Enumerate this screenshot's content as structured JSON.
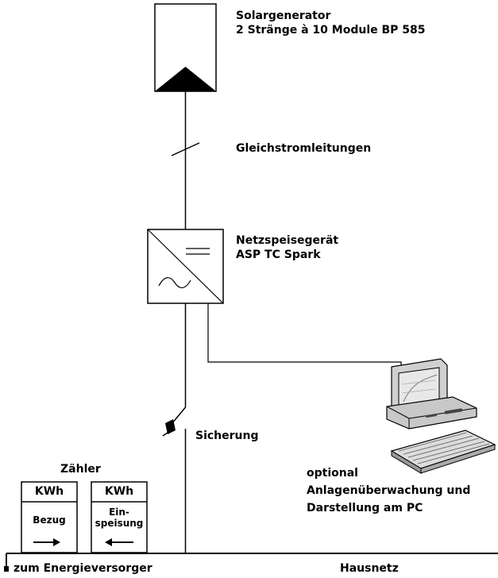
{
  "solar": {
    "title": "Solargenerator",
    "subtitle": "2 Stränge à 10 Module BP 585"
  },
  "dc_lines": {
    "label": "Gleichstromleitungen"
  },
  "inverter": {
    "title": "Netzspeisegerät",
    "subtitle": "ASP TC Spark"
  },
  "fuse": {
    "label": "Sicherung"
  },
  "pc": {
    "line1": "optional",
    "line2": "Anlagenüberwachung und",
    "line3": "Darstellung am PC"
  },
  "meters": {
    "title": "Zähler",
    "consumption": {
      "unit": "KWh",
      "label": "Bezug"
    },
    "feed_in": {
      "unit": "KWh",
      "label_line1": "Ein-",
      "label_line2": "speisung"
    }
  },
  "grid": {
    "left_label": "zum Energieversorger",
    "right_label": "Hausnetz"
  }
}
